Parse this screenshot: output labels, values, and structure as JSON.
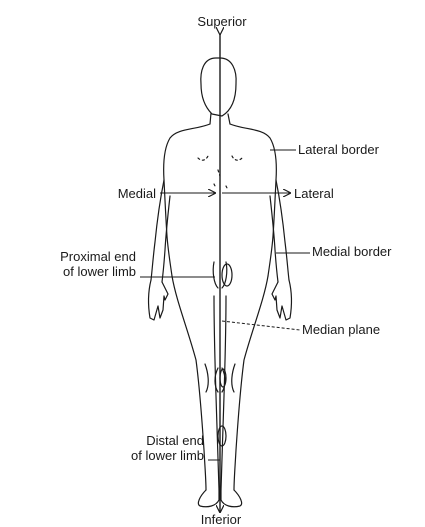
{
  "labels": {
    "superior": "Superior",
    "inferior": "Inferior",
    "lateral_border": "Lateral border",
    "medial": "Medial",
    "lateral": "Lateral",
    "proximal_end_line1": "Proximal end",
    "proximal_end_line2": "of lower limb",
    "medial_border": "Medial border",
    "median_plane": "Median plane",
    "distal_end_line1": "Distal end",
    "distal_end_line2": "of lower limb"
  },
  "colors": {
    "ink": "#1a1a1a",
    "background": "#ffffff"
  }
}
